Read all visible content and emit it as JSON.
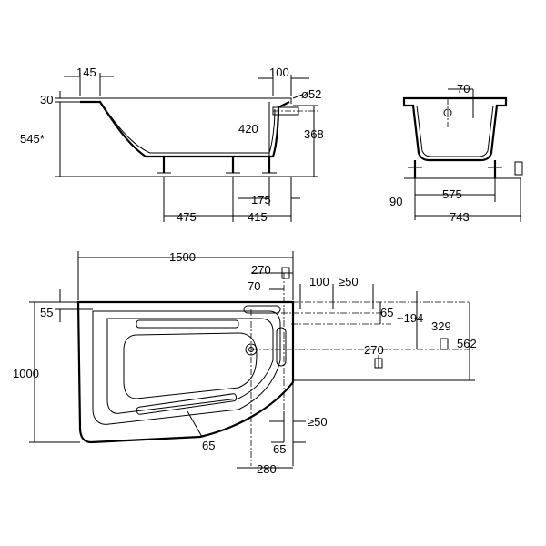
{
  "side_view": {
    "dims": {
      "d145": "145",
      "d100": "100",
      "d30": "30",
      "d52": "ø52",
      "d420": "420",
      "d368": "368",
      "d545": "545*",
      "d175": "175",
      "d475": "475",
      "d415": "415"
    }
  },
  "end_view": {
    "dims": {
      "d70": "70",
      "d90": "90",
      "d575": "575",
      "d743": "743"
    }
  },
  "plan_view": {
    "dims": {
      "d1500": "1500",
      "d270_top": "270",
      "d70": "70",
      "d100": "100",
      "d50_top": "≥50",
      "d55": "55",
      "d65_right": "65",
      "d194": "~194",
      "d329": "329",
      "d562": "562",
      "d1000": "1000",
      "d270_mid": "270",
      "d50_bottom": "≥50",
      "d65_bottom_left": "65",
      "d65_bottom": "65",
      "d280": "280"
    }
  }
}
